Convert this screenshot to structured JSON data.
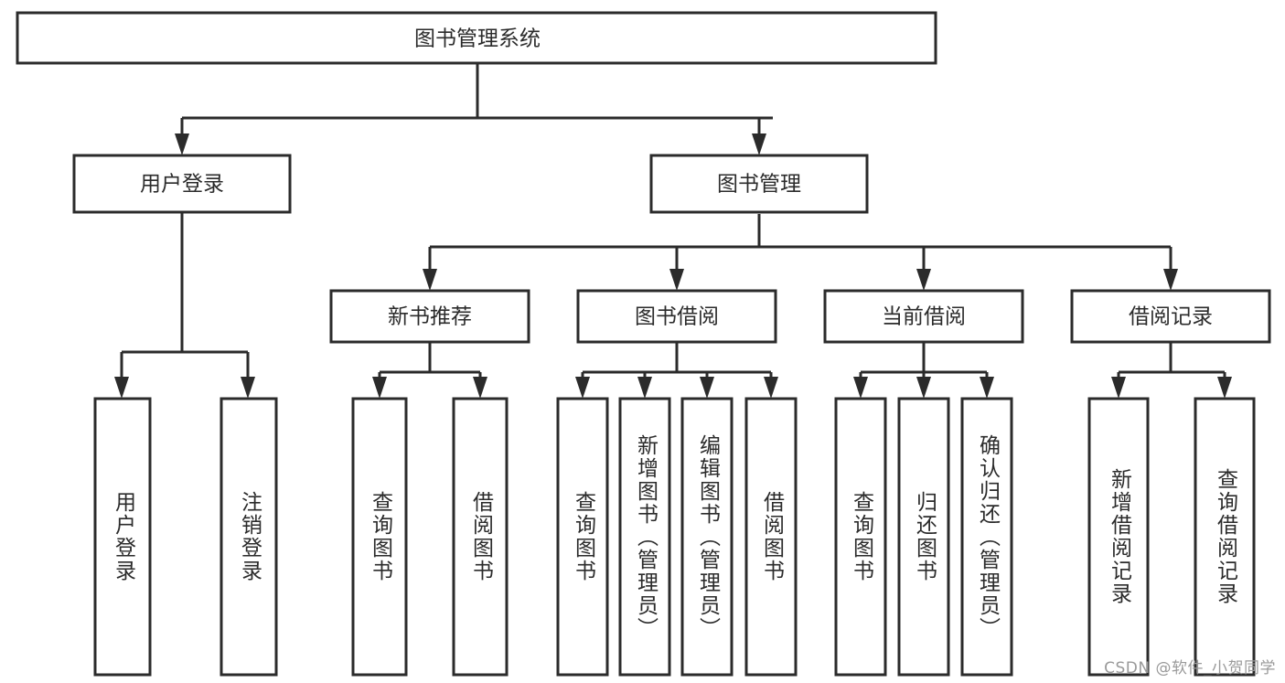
{
  "diagram": {
    "type": "tree-hierarchy-functional-structure",
    "title": "图书管理系统",
    "watermark": "CSDN @软件_小贺同学",
    "colors": {
      "line": "#2b2b2b",
      "box_fill": "#ffffff",
      "text": "#2b2b2b",
      "background": "#ffffff",
      "watermark": "#9a9a9a"
    },
    "root": {
      "label": "图书管理系统",
      "children": [
        {
          "label": "用户登录",
          "children": [
            {
              "label": "用户登录"
            },
            {
              "label": "注销登录"
            }
          ]
        },
        {
          "label": "图书管理",
          "children": [
            {
              "label": "新书推荐",
              "children": [
                {
                  "label": "查询图书"
                },
                {
                  "label": "借阅图书"
                }
              ]
            },
            {
              "label": "图书借阅",
              "children": [
                {
                  "label": "查询图书"
                },
                {
                  "label": "新增图书（管理员）"
                },
                {
                  "label": "编辑图书（管理员）"
                },
                {
                  "label": "借阅图书"
                }
              ]
            },
            {
              "label": "当前借阅",
              "children": [
                {
                  "label": "查询图书"
                },
                {
                  "label": "归还图书"
                },
                {
                  "label": "确认归还（管理员）"
                }
              ]
            },
            {
              "label": "借阅记录",
              "children": [
                {
                  "label": "新增借阅记录"
                },
                {
                  "label": "查询借阅记录"
                }
              ]
            }
          ]
        }
      ]
    },
    "nodes": {
      "root_title": "图书管理系统",
      "level1": [
        {
          "id": "user-login",
          "label": "用户登录"
        },
        {
          "id": "book-management",
          "label": "图书管理"
        }
      ],
      "level2": [
        {
          "id": "new-book-recommend",
          "label": "新书推荐"
        },
        {
          "id": "book-borrow",
          "label": "图书借阅"
        },
        {
          "id": "current-borrow",
          "label": "当前借阅"
        },
        {
          "id": "borrow-record",
          "label": "借阅记录"
        }
      ],
      "leaves": [
        {
          "id": "leaf-user-login",
          "label": "用户登录"
        },
        {
          "id": "leaf-logout",
          "label": "注销登录"
        },
        {
          "id": "leaf-query-book-1",
          "label": "查询图书"
        },
        {
          "id": "leaf-borrow-book-1",
          "label": "借阅图书"
        },
        {
          "id": "leaf-query-book-2",
          "label": "查询图书"
        },
        {
          "id": "leaf-add-book",
          "label": "新增图书（管理员）"
        },
        {
          "id": "leaf-edit-book",
          "label": "编辑图书（管理员）"
        },
        {
          "id": "leaf-borrow-book-2",
          "label": "借阅图书"
        },
        {
          "id": "leaf-query-book-3",
          "label": "查询图书"
        },
        {
          "id": "leaf-return-book",
          "label": "归还图书"
        },
        {
          "id": "leaf-confirm-return",
          "label": "确认归还（管理员）"
        },
        {
          "id": "leaf-add-record",
          "label": "新增借阅记录"
        },
        {
          "id": "leaf-query-record",
          "label": "查询借阅记录"
        }
      ]
    }
  }
}
